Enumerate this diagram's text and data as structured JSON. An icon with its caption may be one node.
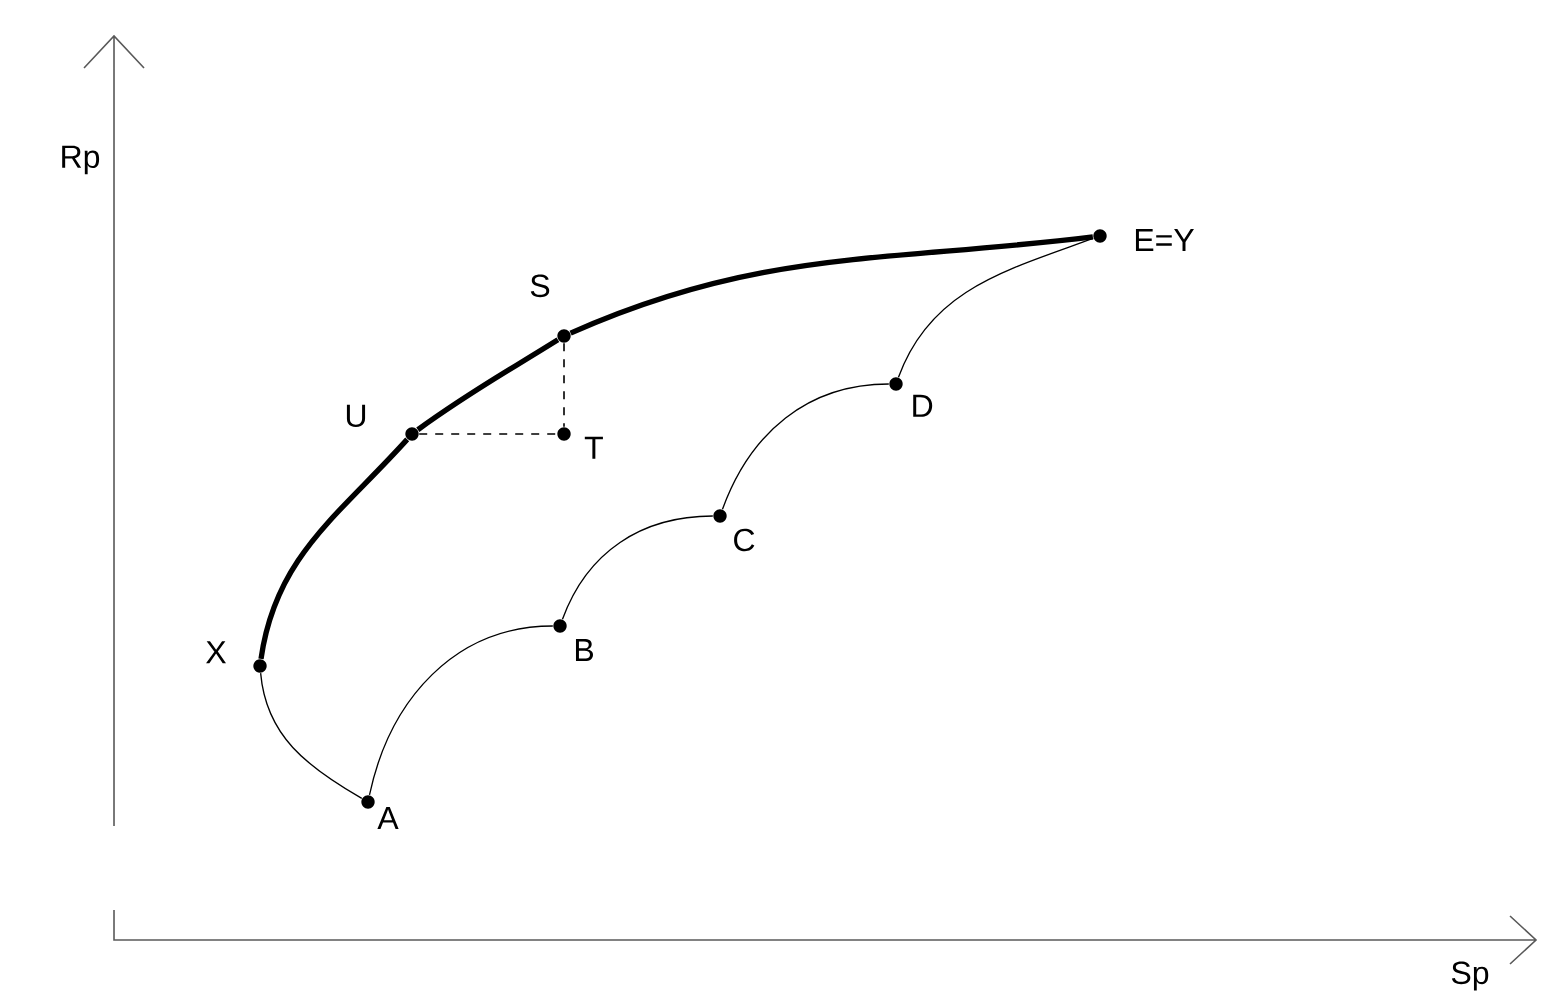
{
  "diagram": {
    "nodes": [
      {
        "text": [
          "X"
        ]
      },
      {
        "text": [
          "A"
        ]
      },
      {
        "text": [
          "B"
        ]
      },
      {
        "text": [
          "C"
        ]
      },
      {
        "text": [
          "D"
        ]
      },
      {
        "text": [
          "E=Y"
        ]
      },
      {
        "text": [
          "U"
        ]
      },
      {
        "text": [
          "S"
        ]
      },
      {
        "text": [
          "T"
        ]
      }
    ],
    "edges": [
      {
        "from": 0,
        "to": 1,
        "arrow": "none"
      },
      {
        "from": 1,
        "to": 2,
        "arrow": "none"
      },
      {
        "from": 2,
        "to": 3,
        "arrow": "none"
      },
      {
        "from": 3,
        "to": 4,
        "arrow": "none"
      },
      {
        "from": 4,
        "to": 5,
        "arrow": "none"
      },
      {
        "from": 0,
        "to": 6,
        "arrow": "none",
        "style": "thick"
      },
      {
        "from": 6,
        "to": 7,
        "arrow": "none",
        "style": "thick"
      },
      {
        "from": 7,
        "to": 5,
        "arrow": "none",
        "style": "thick"
      },
      {
        "from": 7,
        "to": 8,
        "arrow": "none",
        "style": "dashed"
      },
      {
        "from": 6,
        "to": 8,
        "arrow": "none",
        "style": "dashed"
      }
    ],
    "labels": [
      "Rp",
      "Sp"
    ]
  }
}
